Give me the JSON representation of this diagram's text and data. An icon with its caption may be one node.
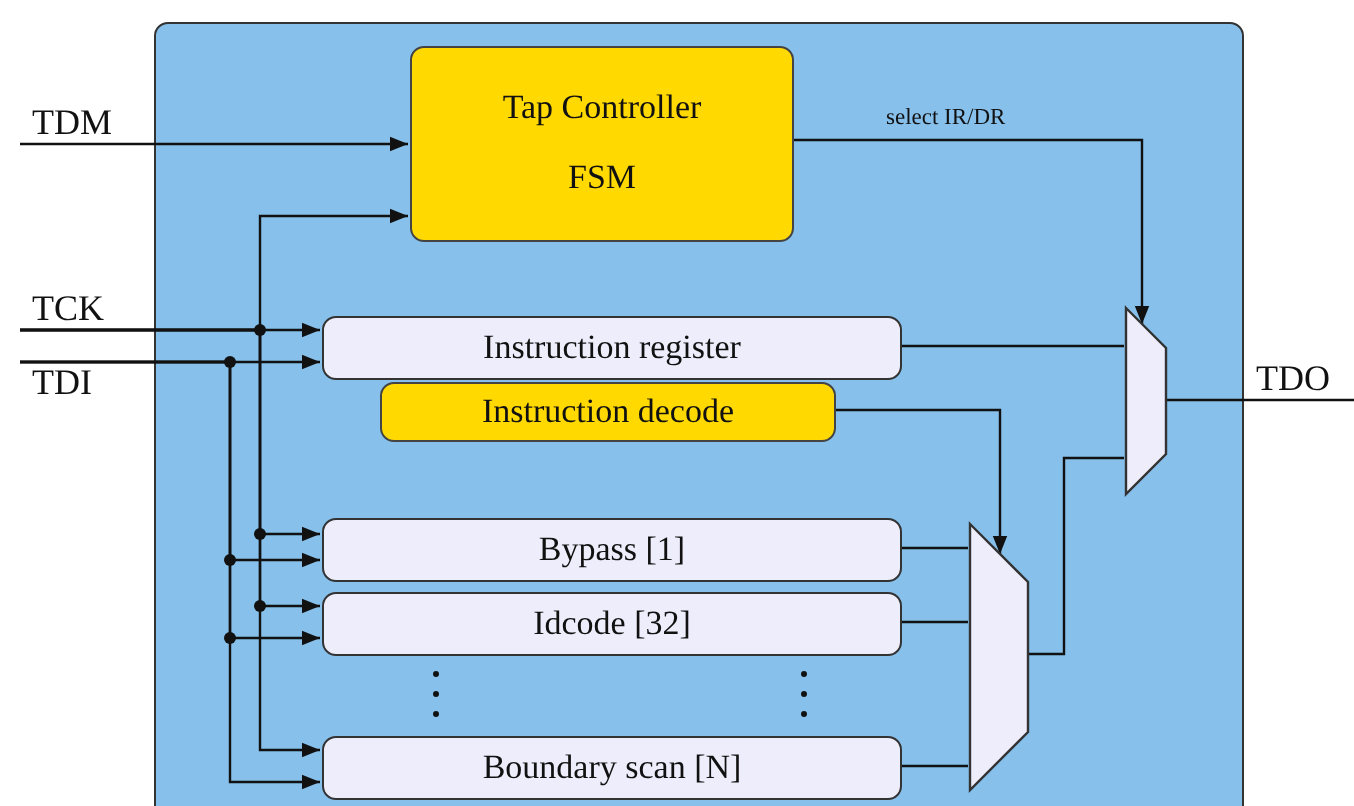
{
  "diagram": {
    "nodes": [
      {
        "text": [],
        "shape": "box"
      },
      {
        "text": [
          "Tap Controller",
          "FSM"
        ],
        "in": 0
      },
      {
        "text": [
          "Instruction register"
        ],
        "in": 0
      },
      {
        "text": [
          "Instruction decode"
        ],
        "in": 0
      },
      {
        "text": [
          "Bypass [1]"
        ],
        "in": 0
      },
      {
        "text": [
          "Idcode [32]"
        ],
        "in": 0
      },
      {
        "text": [
          "Boundary scan [N]"
        ],
        "in": 0
      },
      {
        "text": [],
        "shape": "trapezoid",
        "in": 0
      },
      {
        "text": [],
        "shape": "trapezoid",
        "in": 0
      },
      {
        "text": [
          "TDM"
        ]
      },
      {
        "text": [
          "TCK"
        ]
      },
      {
        "text": [
          "TDI"
        ]
      },
      {
        "text": [
          "TDO"
        ]
      }
    ],
    "edges": [
      {
        "from": 9,
        "to": 1,
        "arrow": "to"
      },
      {
        "from": 10,
        "to": 2,
        "arrow": "to"
      },
      {
        "from": 10,
        "to": 1,
        "arrow": "to"
      },
      {
        "from": 10,
        "to": 4,
        "arrow": "to"
      },
      {
        "from": 10,
        "to": 5,
        "arrow": "to"
      },
      {
        "from": 10,
        "to": 6,
        "arrow": "to"
      },
      {
        "from": 11,
        "to": 2,
        "arrow": "to"
      },
      {
        "from": 11,
        "to": 4,
        "arrow": "to"
      },
      {
        "from": 11,
        "to": 5,
        "arrow": "to"
      },
      {
        "from": 11,
        "to": 6,
        "arrow": "to"
      },
      {
        "from": 1,
        "to": 7,
        "arrow": "to",
        "label": "select IR/DR"
      },
      {
        "from": 2,
        "to": 7,
        "arrow": "none"
      },
      {
        "from": 3,
        "to": 8,
        "arrow": "to"
      },
      {
        "from": 4,
        "to": 8,
        "arrow": "none"
      },
      {
        "from": 5,
        "to": 8,
        "arrow": "none"
      },
      {
        "from": 6,
        "to": 8,
        "arrow": "none"
      },
      {
        "from": 8,
        "to": 7,
        "arrow": "none"
      },
      {
        "from": 7,
        "to": 12,
        "arrow": "none"
      }
    ]
  }
}
